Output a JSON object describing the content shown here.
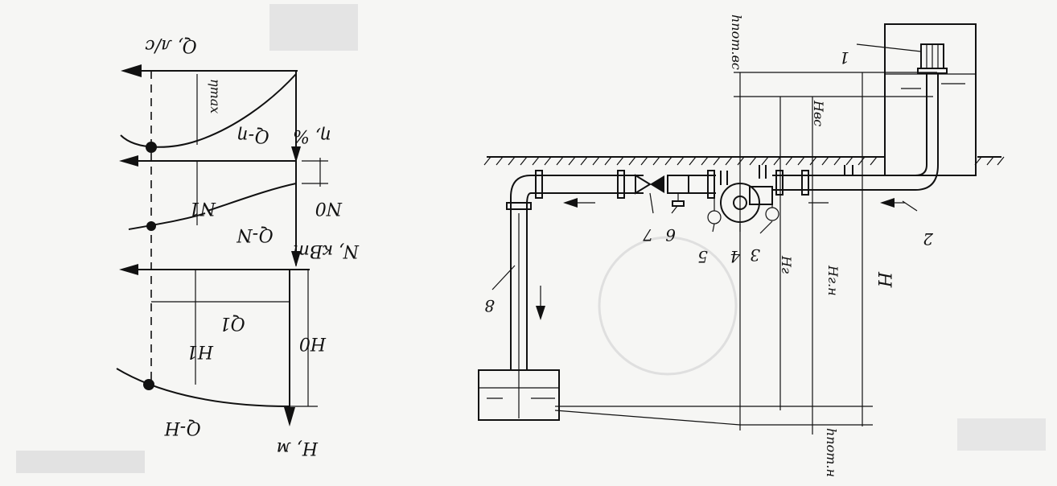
{
  "left_graph": {
    "axis_q": "Q, л/с",
    "axis_eta": "η, %",
    "axis_n": "N, кВт",
    "axis_h": "H, м",
    "curve_q_eta": "Q-η",
    "curve_q_n": "Q-N",
    "curve_q_h": "Q-H",
    "eta_max": "ηmax",
    "n1": "N1",
    "n0": "N0",
    "q1": "Q1",
    "h1": "H1",
    "h0": "H0"
  },
  "right_scheme": {
    "num_1": "1",
    "num_2": "2",
    "num_3": "3",
    "num_4": "4",
    "num_5": "5",
    "num_6": "6",
    "num_7": "7",
    "num_8": "8",
    "h_vs": "Hвс",
    "h_g": "Hг",
    "h_gn": "Hг.н",
    "h": "H",
    "h_pot_vs": "hпот.вс",
    "h_pot_n": "hпот.н"
  },
  "colors": {
    "ink": "#111111",
    "paper": "#f6f6f4"
  }
}
